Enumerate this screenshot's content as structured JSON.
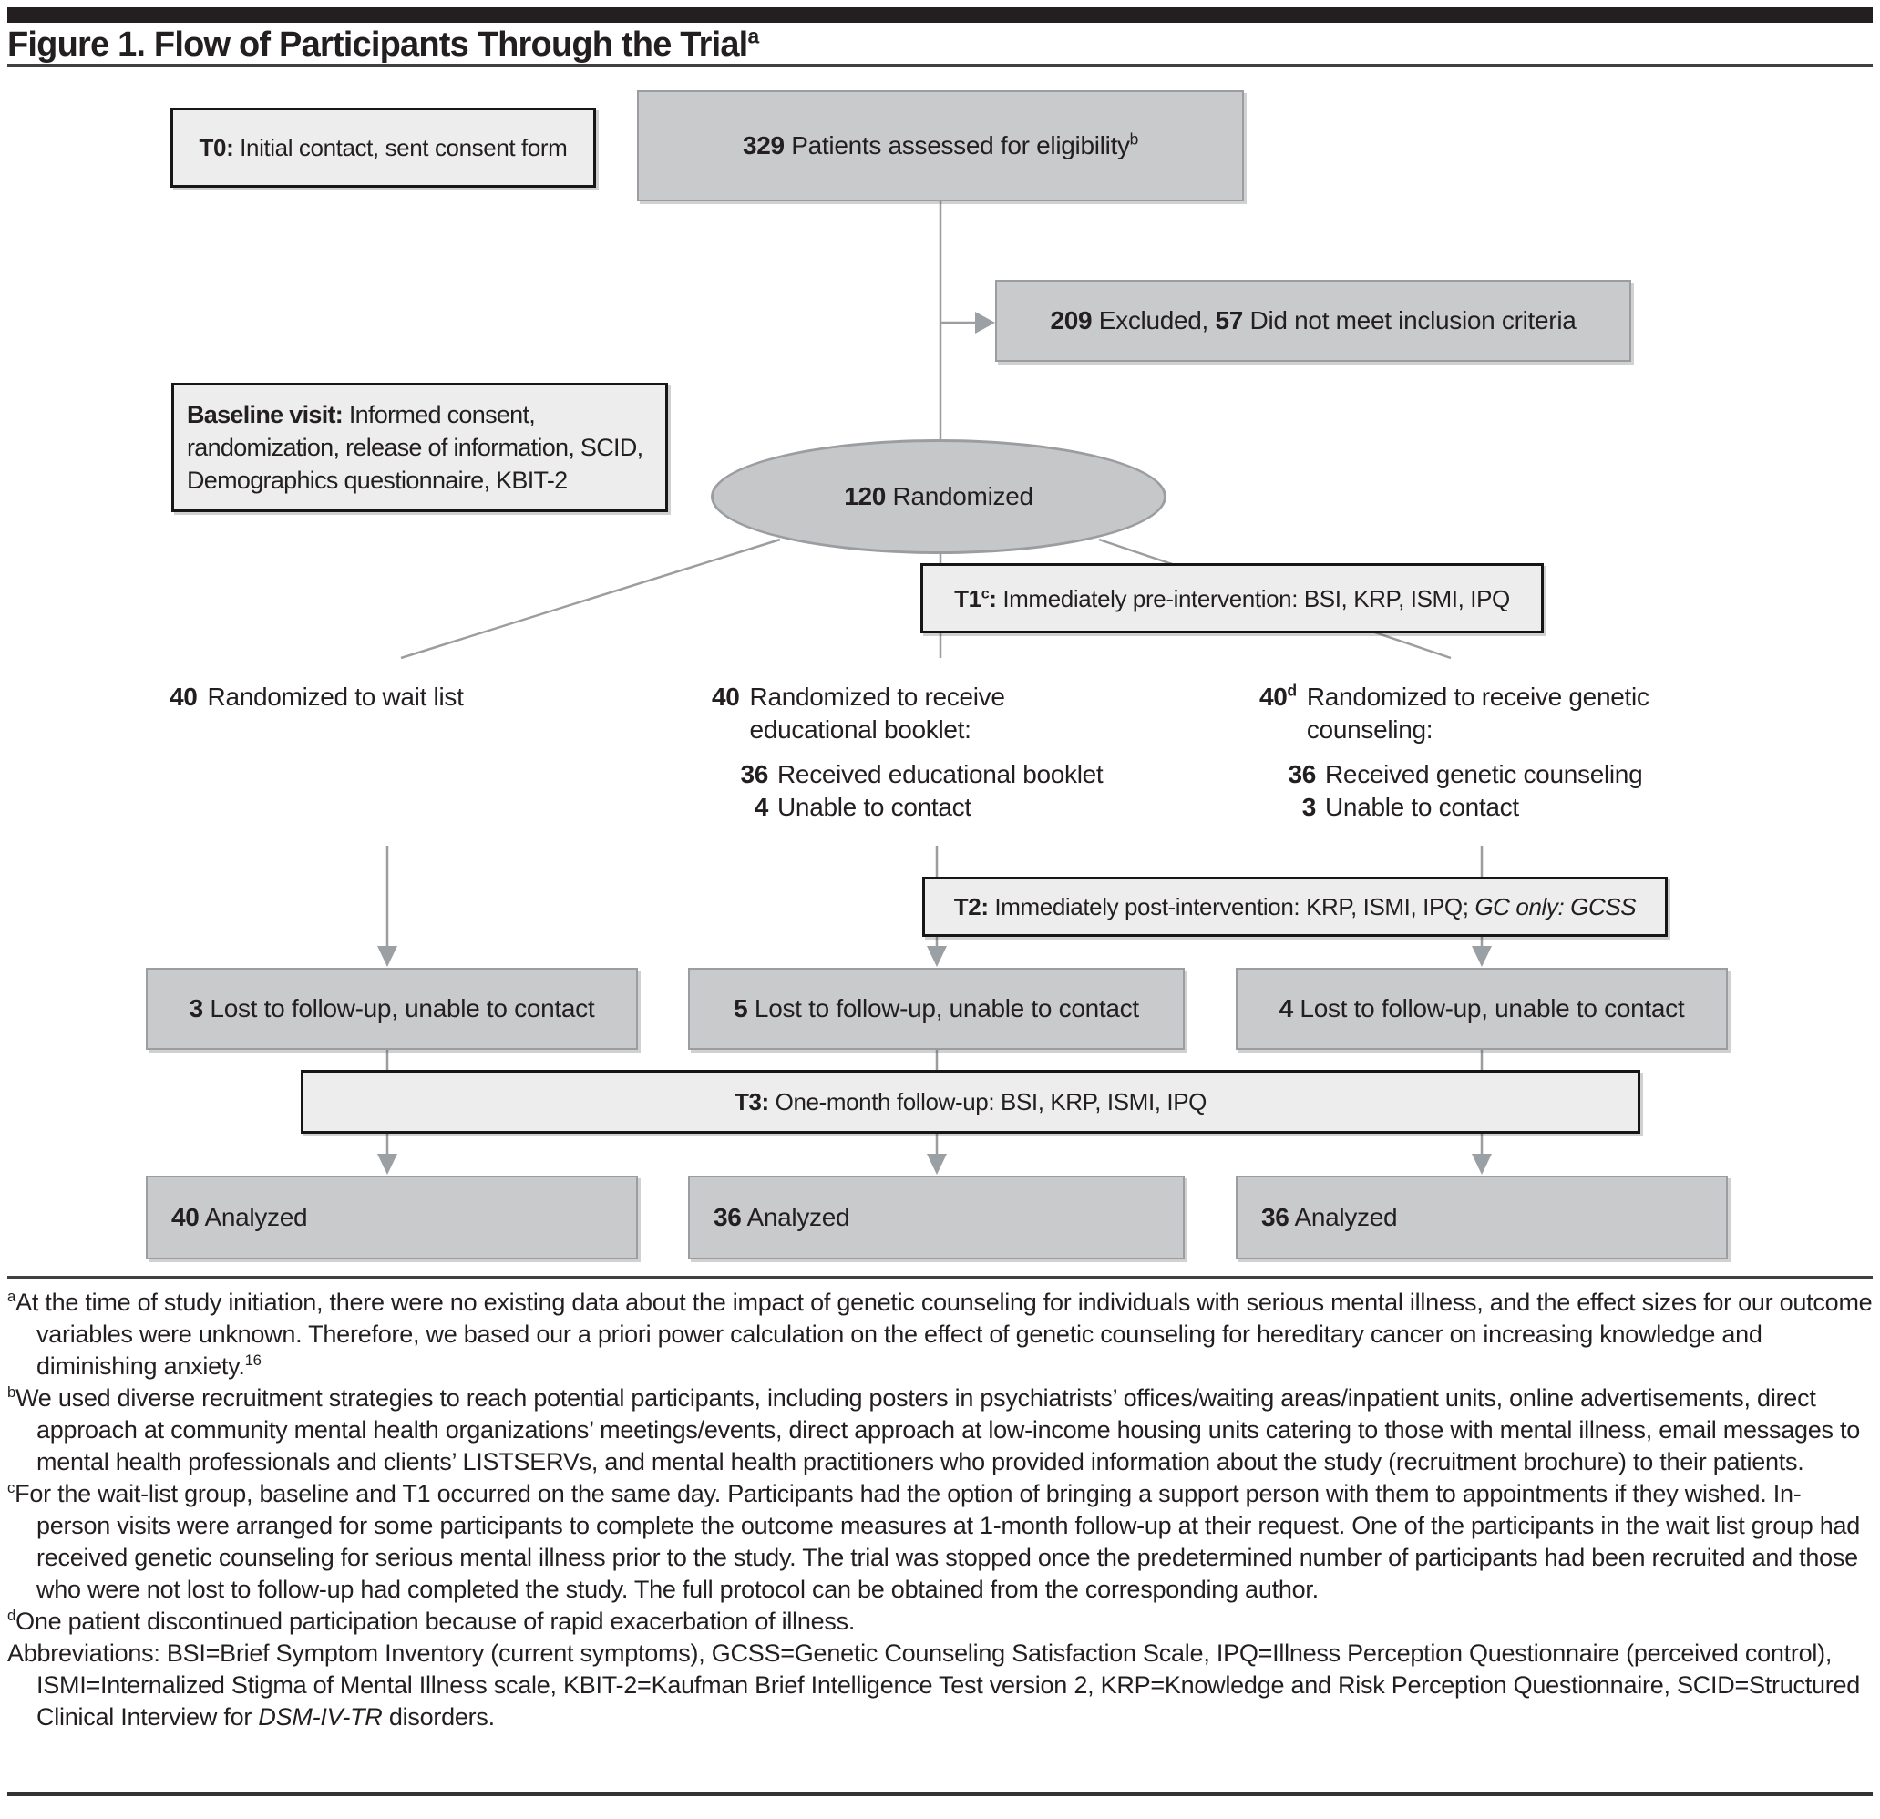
{
  "title": {
    "text": "Figure 1. Flow of Participants Through the Trial",
    "sup": "a"
  },
  "colors": {
    "bar": "#231f20",
    "text": "#231f20",
    "gray_box_fill": "#c9cacb",
    "gray_box_border": "#9b9da0",
    "note_box_fill": "#ededee",
    "note_box_border": "#161616",
    "connector_line": "#9b9da0"
  },
  "flow": {
    "t0_note": {
      "label": "T0:",
      "text": " Initial contact, sent consent form"
    },
    "eligibility": {
      "num": "329",
      "text": " Patients assessed for eligibility",
      "sup": "b"
    },
    "excluded": {
      "num1": "209",
      "text1": " Excluded, ",
      "num2": "57",
      "text2": " Did not meet inclusion criteria"
    },
    "baseline_note": {
      "label": "Baseline visit:",
      "text": " Informed consent, randomization, release of information, SCID, Demographics questionnaire, KBIT-2"
    },
    "randomized": {
      "num": "120",
      "text": " Randomized"
    },
    "t1_note": {
      "label": "T1",
      "label_sup": "c",
      "label_end": ":",
      "text": " Immediately pre-intervention: BSI, KRP, ISMI, IPQ"
    },
    "groups": [
      {
        "num": "40",
        "text": "Randomized to wait list"
      },
      {
        "num": "40",
        "text": "Randomized to receive educational booklet:",
        "rows": [
          {
            "num": "36",
            "text": "Received educational booklet"
          },
          {
            "num": "4",
            "text": "Unable to contact"
          }
        ]
      },
      {
        "num": "40",
        "sup": "d",
        "text": "Randomized to receive genetic counseling:",
        "rows": [
          {
            "num": "36",
            "text": "Received genetic counseling"
          },
          {
            "num": "3",
            "text": "Unable to contact"
          }
        ]
      }
    ],
    "t2_note": {
      "label": "T2:",
      "text": " Immediately post-intervention: KRP, ISMI, IPQ; ",
      "italic": "GC only: GCSS"
    },
    "lost": [
      {
        "num": "3",
        "text": " Lost to follow-up, unable to contact"
      },
      {
        "num": "5",
        "text": " Lost to follow-up, unable to contact"
      },
      {
        "num": "4",
        "text": " Lost to follow-up, unable to contact"
      }
    ],
    "t3_note": {
      "label": "T3:",
      "text": " One-month follow-up: BSI, KRP, ISMI, IPQ"
    },
    "analyzed": [
      {
        "num": "40",
        "text": " Analyzed"
      },
      {
        "num": "36",
        "text": " Analyzed"
      },
      {
        "num": "36",
        "text": " Analyzed"
      }
    ]
  },
  "footnotes": [
    {
      "marker": "a",
      "text": "At the time of study initiation, there were no existing data about the impact of genetic counseling for individuals with serious mental illness, and the effect sizes for our outcome variables were unknown. Therefore, we based our a priori power calculation on the effect of genetic counseling for hereditary cancer on increasing knowledge and diminishing anxiety.",
      "end_sup": "16"
    },
    {
      "marker": "b",
      "text": "We used diverse recruitment strategies to reach potential participants, including posters in psychiatrists’ offices/waiting areas/inpatient units, online advertisements, direct approach at community mental health organizations’ meetings/events, direct approach at low-income housing units catering to those with mental illness, email messages to mental health professionals and clients’ LISTSERVs, and mental health practitioners who provided information about the study (recruitment brochure) to their patients."
    },
    {
      "marker": "c",
      "text": "For the wait-list group, baseline and T1 occurred on the same day. Participants had the option of bringing a support person with them to appointments if they wished. In-person visits were arranged for some participants to complete the outcome measures at 1-month follow-up at their request. One of the participants in the wait list group had received genetic counseling for serious mental illness prior to the study. The trial was stopped once the predetermined number of participants had been recruited and those who were not lost to follow-up had completed the study. The full protocol can be obtained from the corresponding author."
    },
    {
      "marker": "d",
      "text": "One patient discontinued participation because of rapid exacerbation of illness."
    }
  ],
  "abbreviations": {
    "before": "Abbreviations: BSI=Brief Symptom Inventory (current symptoms), GCSS=Genetic Counseling Satisfaction Scale, IPQ=Illness Perception Questionnaire (perceived control), ISMI=Internalized Stigma of Mental Illness scale, KBIT-2=Kaufman Brief Intelligence Test version 2, KRP=Knowledge and Risk Perception Questionnaire, SCID=Structured Clinical Interview for ",
    "italic": "DSM-IV-TR",
    "after": " disorders."
  }
}
